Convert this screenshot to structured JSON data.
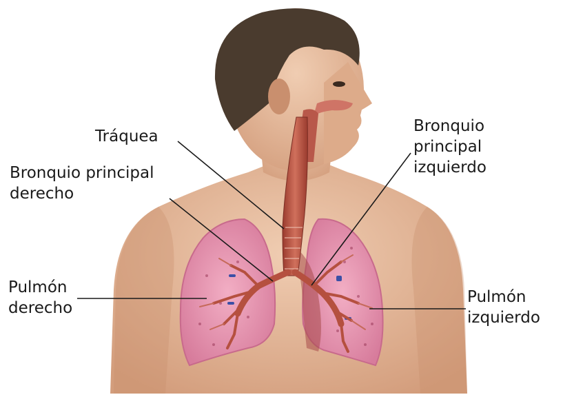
{
  "labels": {
    "traquea": [
      "Tráquea"
    ],
    "bronquio_principal_derecho": [
      "Bronquio principal",
      "derecho"
    ],
    "bronquio_principal_izquierdo": [
      "Bronquio",
      "principal",
      "izquierdo"
    ],
    "pulmon_derecho": [
      "Pulmón",
      "derecho"
    ],
    "pulmon_izquierdo": [
      "Pulmón",
      "izquierdo"
    ]
  },
  "colors": {
    "skin": "#e3b89a",
    "skin_shadow": "#c98f6e",
    "hair": "#4a3b2e",
    "lung": "#e59ab4",
    "lung_edge": "#c86a8c",
    "airway": "#b5503f",
    "leader_line": "#1a1a1a"
  }
}
